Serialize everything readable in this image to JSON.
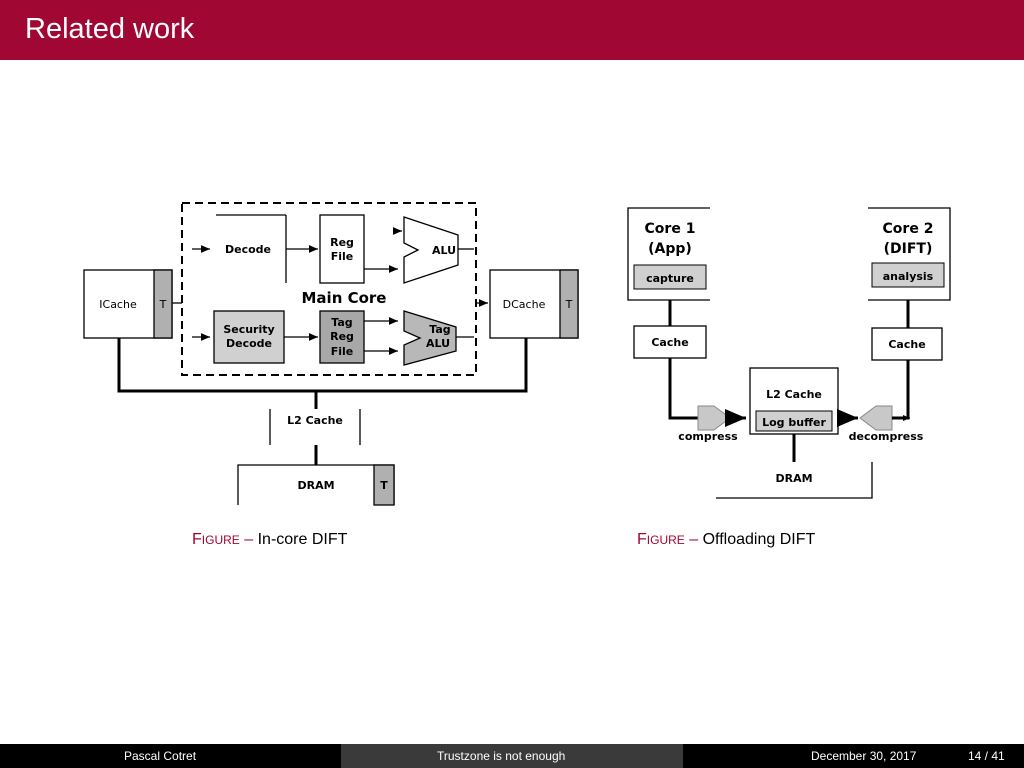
{
  "slide": {
    "title": "Related work"
  },
  "figure_left": {
    "labels": {
      "icache": "ICache",
      "icache_tag": "T",
      "decode": "Decode",
      "reg_file_1": "Reg",
      "reg_file_2": "File",
      "alu": "ALU",
      "main_core": "Main Core",
      "security_decode_1": "Security",
      "security_decode_2": "Decode",
      "tag_reg_file_1": "Tag",
      "tag_reg_file_2": "Reg",
      "tag_reg_file_3": "File",
      "tag_alu_1": "Tag",
      "tag_alu_2": "ALU",
      "dcache": "DCache",
      "dcache_tag": "T",
      "l2_cache": "L2 Cache",
      "dram": "DRAM",
      "dram_tag": "T"
    },
    "caption_first": "F",
    "caption_rest": "IGURE",
    "caption_sep": " – ",
    "caption_text": "In-core DIFT"
  },
  "figure_right": {
    "labels": {
      "core1_1": "Core 1",
      "core1_2": "(App)",
      "capture": "capture",
      "core2_1": "Core 2",
      "core2_2": "(DIFT)",
      "analysis": "analysis",
      "cache_left": "Cache",
      "cache_right": "Cache",
      "l2_cache": "L2 Cache",
      "log_buffer": "Log buffer",
      "compress": "compress",
      "decompress": "decompress",
      "dram": "DRAM"
    },
    "caption_first": "F",
    "caption_rest": "IGURE",
    "caption_sep": " – ",
    "caption_text": "Offloading DIFT"
  },
  "footer": {
    "author": "Pascal Cotret",
    "talk_title": "Trustzone is not enough",
    "date": "December 30, 2017",
    "page": "14 / 41"
  }
}
